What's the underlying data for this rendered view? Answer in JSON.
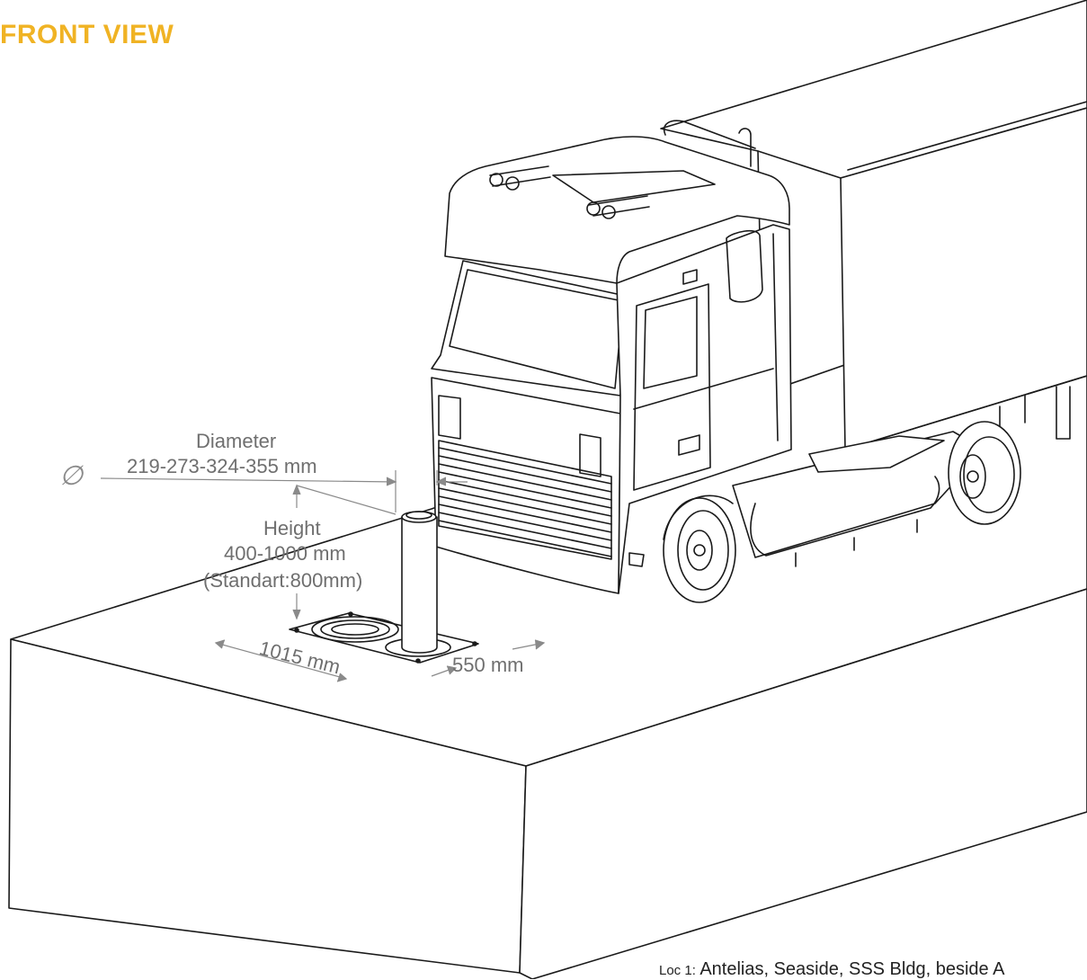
{
  "title": "FRONT VIEW",
  "diameter": {
    "symbol": "∅",
    "label": "Diameter",
    "value": "219-273-324-355 mm"
  },
  "height": {
    "label": "Height",
    "value": "400-1000 mm",
    "standard": "(Standart:800mm)"
  },
  "plate": {
    "length": "1015 mm",
    "width": "550 mm"
  },
  "footer": {
    "prefix": "Loc 1:",
    "text": "Antelias, Seaside, SSS Bldg, beside A"
  },
  "colors": {
    "title": "#f0b324",
    "line": "#1a1a1a",
    "dimension": "#6f6f6f"
  }
}
